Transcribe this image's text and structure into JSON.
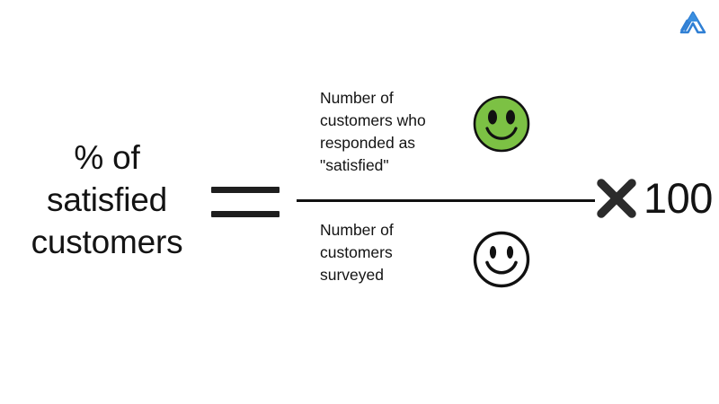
{
  "brand": {
    "logo_icon": "mountain-logo-icon",
    "logo_color": "#2f7fd4"
  },
  "formula": {
    "result_label": {
      "lines": [
        "% of",
        "satisfied",
        "customers"
      ]
    },
    "equals_symbol": "=",
    "numerator": {
      "lines": [
        "Number of",
        "customers who",
        "responded as",
        "\"satisfied\""
      ],
      "icon": "green-smiley-face-icon",
      "icon_fill": "#7cc144",
      "icon_stroke": "#111111"
    },
    "denominator": {
      "lines": [
        "Number of",
        "customers",
        "surveyed"
      ],
      "icon": "outline-smiley-face-icon",
      "icon_fill": "#ffffff",
      "icon_stroke": "#111111"
    },
    "multiply_symbol": "×",
    "multiplier": "100"
  },
  "colors": {
    "background": "#ffffff",
    "text": "#131313",
    "rule": "#111111",
    "green": "#7cc144",
    "brand_blue": "#2f7fd4"
  }
}
